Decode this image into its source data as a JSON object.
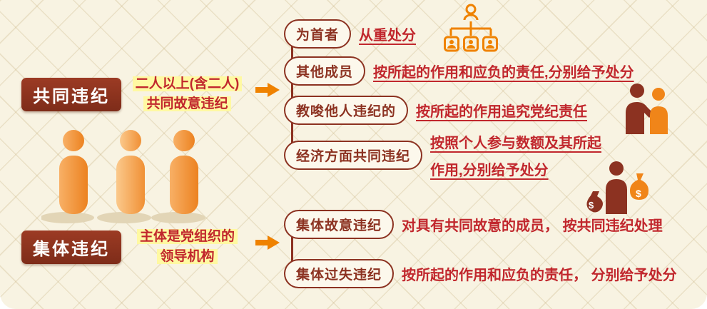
{
  "groups": {
    "joint": {
      "title": "共同违纪",
      "note_line1": "二人以上(含二人)",
      "note_line2": "共同故意违纪"
    },
    "collective": {
      "title": "集体违纪",
      "note_line1": "主体是党组织的",
      "note_line2": "领导机构"
    }
  },
  "branches": {
    "top": [
      {
        "label": "为首者",
        "desc": "从重处分"
      },
      {
        "label": "其他成员",
        "desc": "按所起的作用和应负的责任,分别给予处分"
      },
      {
        "label": "教唆他人违纪的",
        "desc": "按所起的作用追究党纪责任"
      },
      {
        "label": "经济方面共同违纪",
        "desc_line1": "按照个人参与数额及其所起",
        "desc_line2": "作用,分别给予处分"
      }
    ],
    "bottom": [
      {
        "label": "集体故意违纪",
        "desc": "对具有共同故意的成员， 按共同违纪处理"
      },
      {
        "label": "集体过失违纪",
        "desc": "按所起的作用和应负的责任， 分别给予处分"
      }
    ]
  },
  "icons": {
    "org_chart": "org-chart-icon",
    "whisper": "whisper-people-icon",
    "money": "money-people-icon",
    "crowd": "three-people-icon",
    "money_symbol": "$",
    "money_symbol_small": "$"
  },
  "colors": {
    "dark_red": "#8c3221",
    "red_text": "#c1272d",
    "highlight_yellow": "#fff9a2",
    "orange": "#f08519",
    "background": "#f8f3e2"
  }
}
